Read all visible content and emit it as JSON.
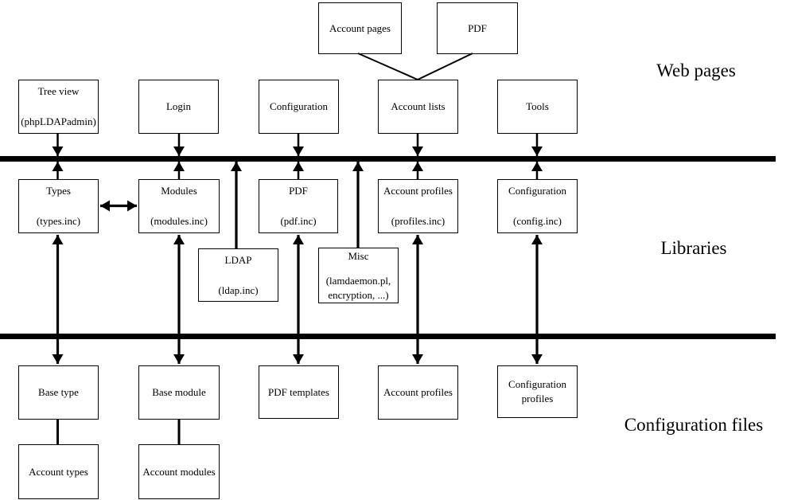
{
  "section_labels": {
    "web_pages": "Web pages",
    "libraries": "Libraries",
    "configuration_files": "Configuration files"
  },
  "boxes": {
    "account_pages": [
      "Account pages"
    ],
    "pdf_page": [
      "PDF"
    ],
    "tree_view": [
      "Tree view",
      "(phpLDAPadmin)"
    ],
    "login": [
      "Login"
    ],
    "configuration_page": [
      "Configuration"
    ],
    "account_lists": [
      "Account lists"
    ],
    "tools": [
      "Tools"
    ],
    "types_lib": [
      "Types",
      "(types.inc)"
    ],
    "modules_lib": [
      "Modules",
      "(modules.inc)"
    ],
    "pdf_lib": [
      "PDF",
      "(pdf.inc)"
    ],
    "profiles_lib": [
      "Account profiles",
      "(profiles.inc)"
    ],
    "config_lib": [
      "Configuration",
      "(config.inc)"
    ],
    "ldap_lib": [
      "LDAP",
      "(ldap.inc)"
    ],
    "misc_lib": [
      "Misc",
      "(lamdaemon.pl,",
      "encryption, ...)"
    ],
    "base_type": [
      "Base type"
    ],
    "base_module": [
      "Base module"
    ],
    "pdf_templates": [
      "PDF templates"
    ],
    "account_profiles_file": [
      "Account profiles"
    ],
    "config_profiles_file": [
      "Configuration",
      "profiles"
    ],
    "account_types": [
      "Account types"
    ],
    "account_modules": [
      "Account modules"
    ]
  },
  "colors": {
    "line": "#000000",
    "background": "#ffffff",
    "box_border": "#000000",
    "text": "#000000"
  }
}
